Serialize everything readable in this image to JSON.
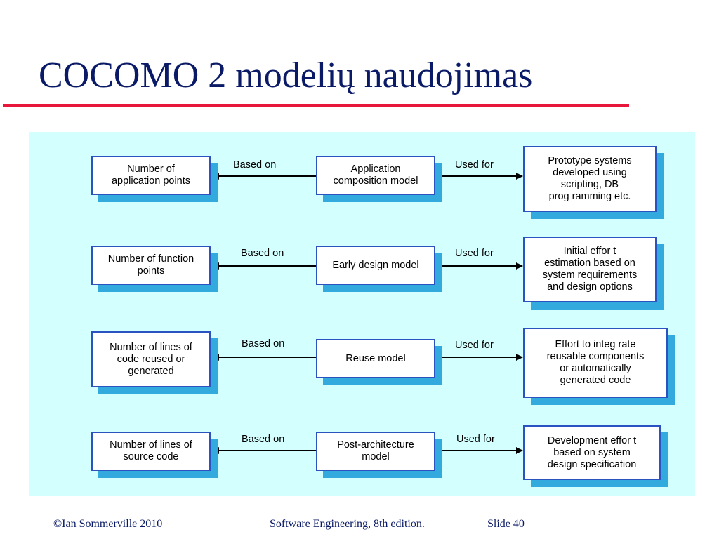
{
  "title": "COCOMO 2 modelių naudojimas",
  "rows": [
    {
      "input": "Number of\napplication points",
      "based_on": "Based on",
      "model": "Application\ncomposition model",
      "used_for": "Used for",
      "output": "Prototype systems\ndeveloped using\nscripting, DB\nprog ramming etc."
    },
    {
      "input": "Number of function\npoints",
      "based_on": "Based on",
      "model": "Early design model",
      "used_for": "Used for",
      "output": "Initial effor t\nestimation based on\nsystem requirements\nand design options"
    },
    {
      "input": "Number of lines of\ncode reused or\ngenerated",
      "based_on": "Based on",
      "model": "Reuse model",
      "used_for": "Used for",
      "output": "Effort to integ rate\nreusable components\nor automatically\ngenerated code"
    },
    {
      "input": "Number of lines of\nsource code",
      "based_on": "Based on",
      "model": "Post-architecture\nmodel",
      "used_for": "Used for",
      "output": "Development effor  t\nbased on system\ndesign specification"
    }
  ],
  "footer": {
    "copyright": "©Ian Sommerville 2010",
    "book": "Software Engineering, 8th edition.",
    "slide": "Slide  40"
  }
}
